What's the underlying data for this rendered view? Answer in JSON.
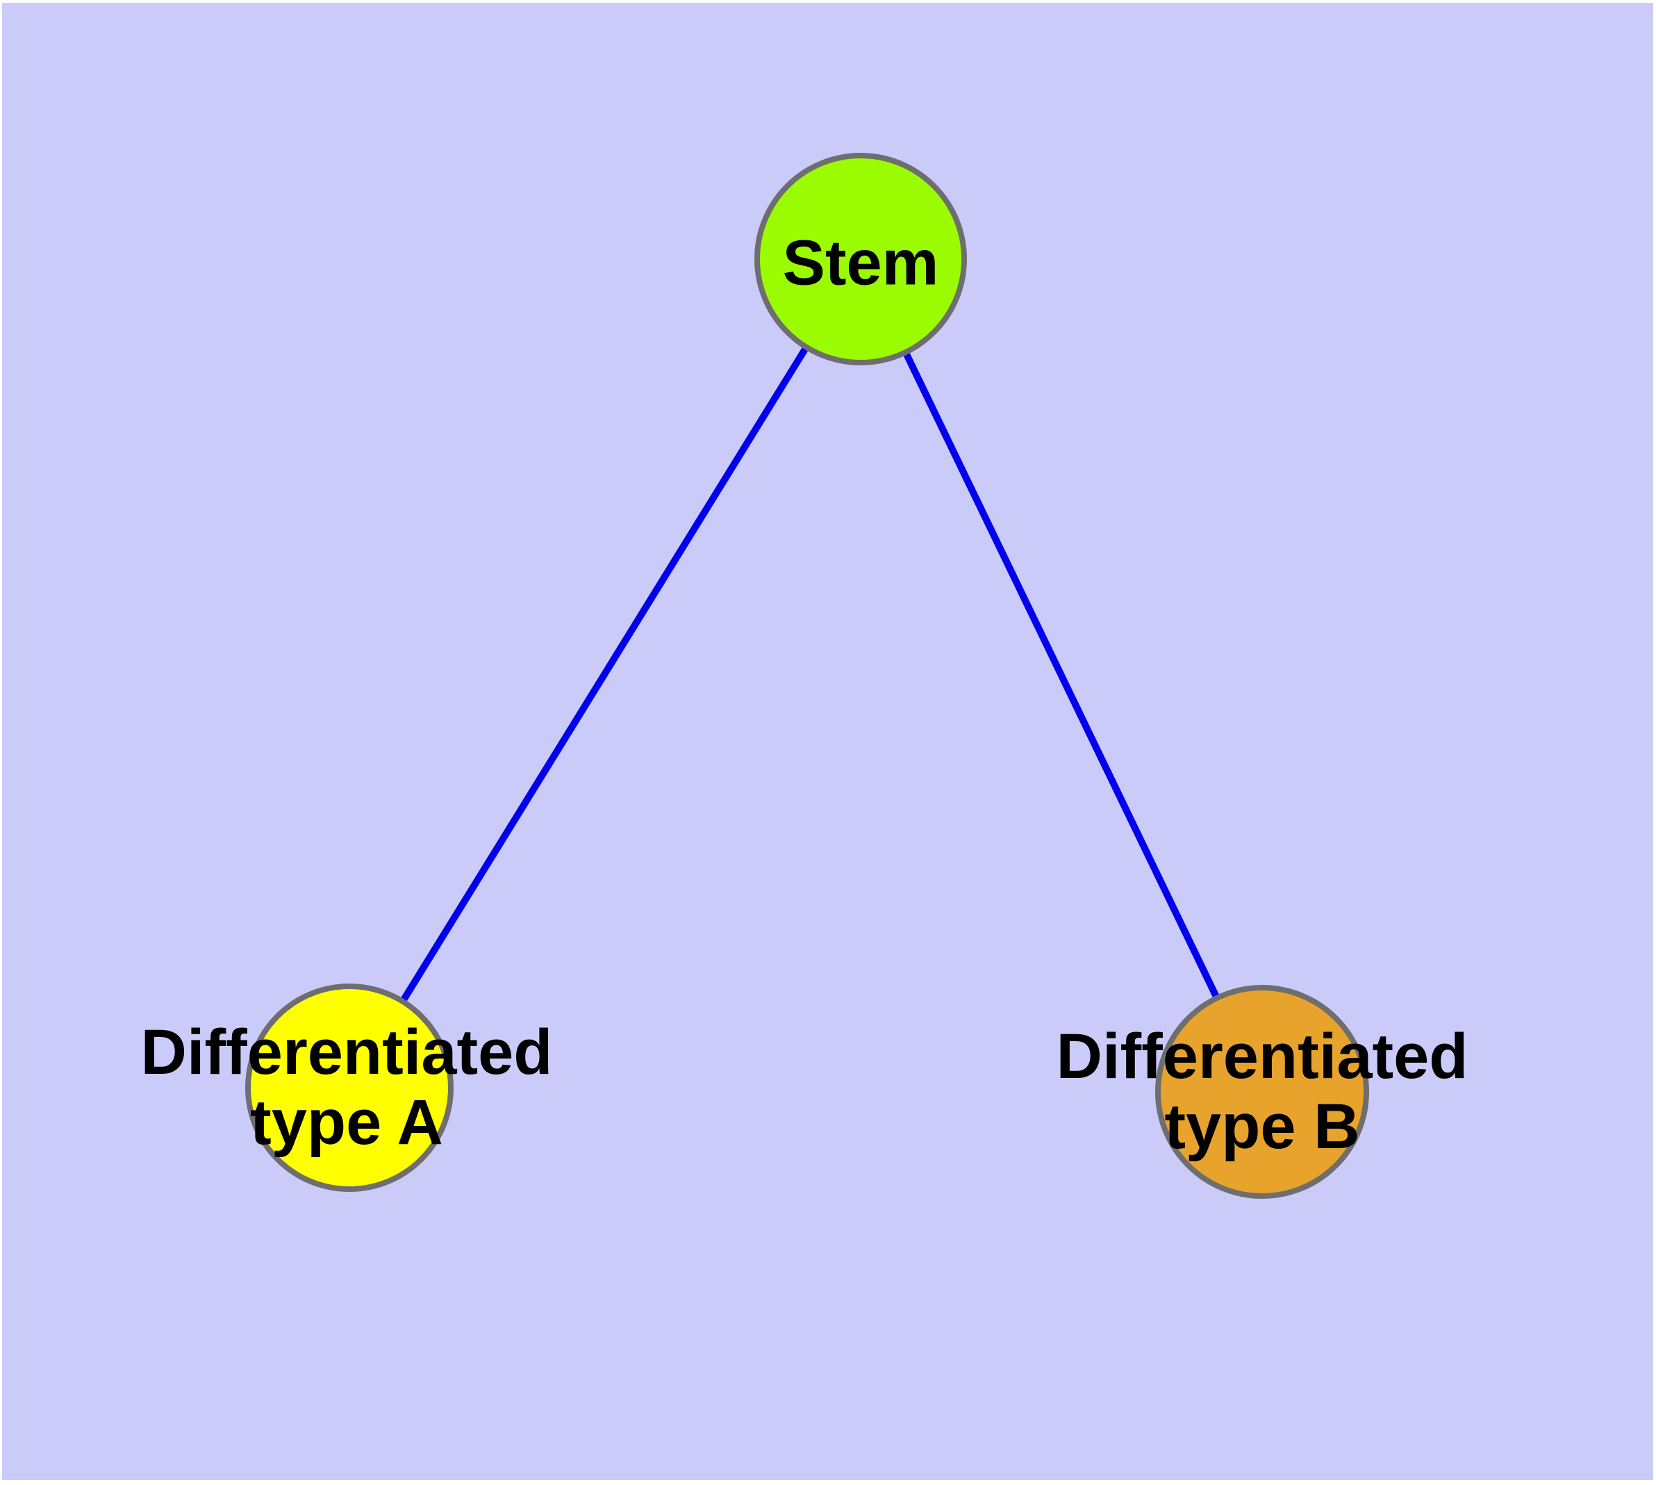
{
  "diagram": {
    "type": "graph",
    "description_of_structure": "undirected tree: one root node connected to two leaf nodes"
  },
  "colors": {
    "background": "#CBCBFA",
    "edge": "#0000EE",
    "node_border": "#6E6E6E",
    "label_text": "#000000",
    "stem_fill": "#9BFB00",
    "type_a_fill": "#FFFF00",
    "type_b_fill": "#E8A32C"
  },
  "nodes": [
    {
      "id": "stem",
      "line1": "Stem",
      "line2": "",
      "color": "#9BFB00"
    },
    {
      "id": "type-a",
      "line1": "Differentiated",
      "line2": "type A",
      "color": "#FFFF00"
    },
    {
      "id": "type-b",
      "line1": "Differentiated",
      "line2": "type B",
      "color": "#E8A32C"
    }
  ],
  "edges": [
    {
      "from": "Stem",
      "to": "Differentiated type A"
    },
    {
      "from": "Stem",
      "to": "Differentiated type B"
    }
  ]
}
